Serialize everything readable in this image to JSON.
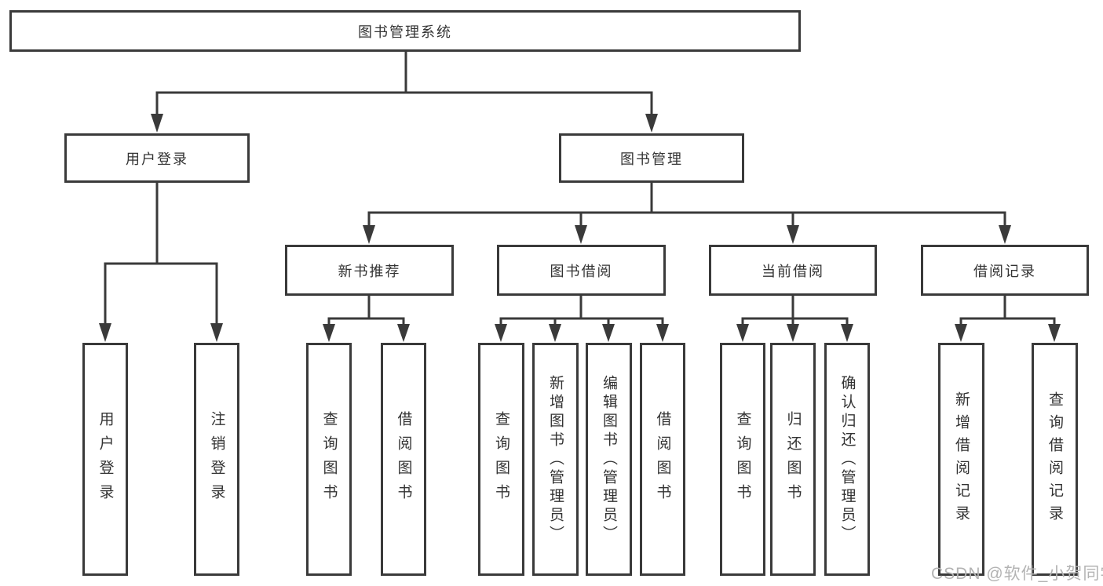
{
  "colors": {
    "line": "#3a3a3a",
    "text": "#333333",
    "box_bg": "#ffffff",
    "watermark": "#b3b3b3",
    "background": "#ffffff"
  },
  "tree": {
    "label": "图书管理系统",
    "children": [
      {
        "label": "用户登录",
        "children": [
          {
            "label": "用户登录"
          },
          {
            "label": "注销登录"
          }
        ]
      },
      {
        "label": "图书管理",
        "children": [
          {
            "label": "新书推荐",
            "children": [
              {
                "label": "查询图书"
              },
              {
                "label": "借阅图书"
              }
            ]
          },
          {
            "label": "图书借阅",
            "children": [
              {
                "label": "查询图书"
              },
              {
                "label": "新增图书（管理员）"
              },
              {
                "label": "编辑图书（管理员）"
              },
              {
                "label": "借阅图书"
              }
            ]
          },
          {
            "label": "当前借阅",
            "children": [
              {
                "label": "查询图书"
              },
              {
                "label": "归还图书"
              },
              {
                "label": "确认归还（管理员）"
              }
            ]
          },
          {
            "label": "借阅记录",
            "children": [
              {
                "label": "新增借阅记录"
              },
              {
                "label": "查询借阅记录"
              }
            ]
          }
        ]
      }
    ]
  },
  "watermark": "CSDN @软件_小贺同学"
}
